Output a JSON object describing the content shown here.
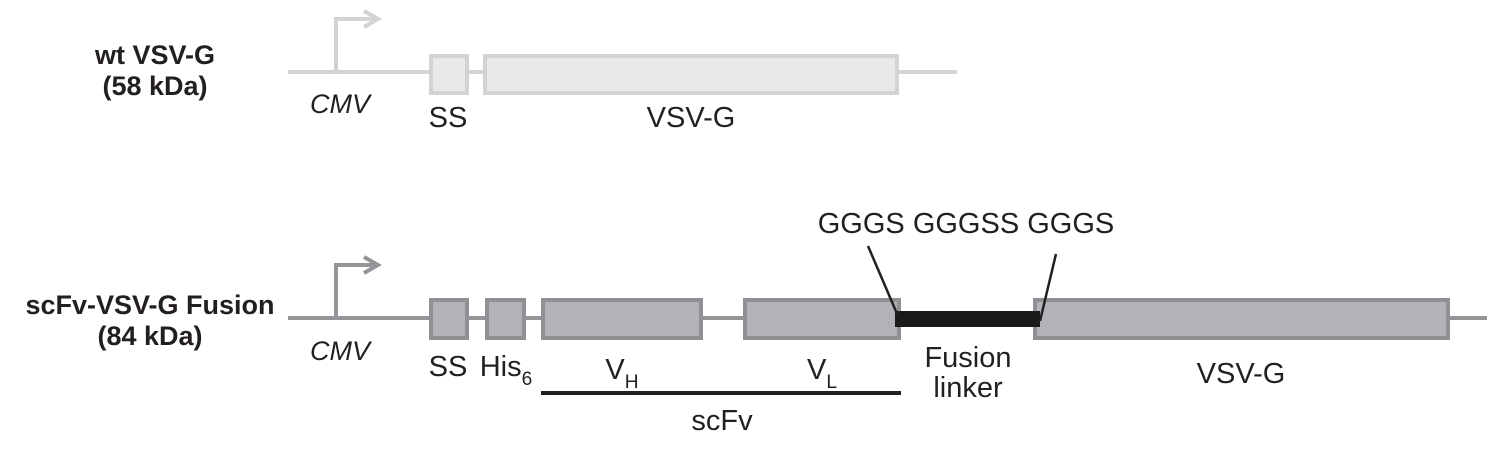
{
  "figure": {
    "background_color": "#ffffff",
    "text_color": "#231f20",
    "construct_wt": {
      "title_line1": "wt VSV-G",
      "title_line2": "(58 kDa)",
      "promoter_label": "CMV",
      "segment_ss_label": "SS",
      "segment_vsvg_label": "VSV-G",
      "fill_color": "#e8e9ea",
      "border_color": "#d1d3d4",
      "line_color": "#d1d3d4"
    },
    "construct_fusion": {
      "title_line1": "scFv-VSV-G Fusion",
      "title_line2": "(84 kDa)",
      "promoter_label": "CMV",
      "segment_ss_label": "SS",
      "segment_his_base": "His",
      "segment_his_sub": "6",
      "segment_vh_base": "V",
      "segment_vh_sub": "H",
      "segment_vl_base": "V",
      "segment_vl_sub": "L",
      "fusion_linker_label_line1": "Fusion",
      "fusion_linker_label_line2": "linker",
      "linker_sequence_annotation": "GGGS GGGSS GGGS",
      "scfv_bracket_label": "scFv",
      "segment_vsvg_label": "VSV-G",
      "fill_color": "#b1b3b6",
      "border_color": "#8f9194",
      "line_color": "#939598",
      "linker_bar_color": "#1a1a1a"
    }
  }
}
